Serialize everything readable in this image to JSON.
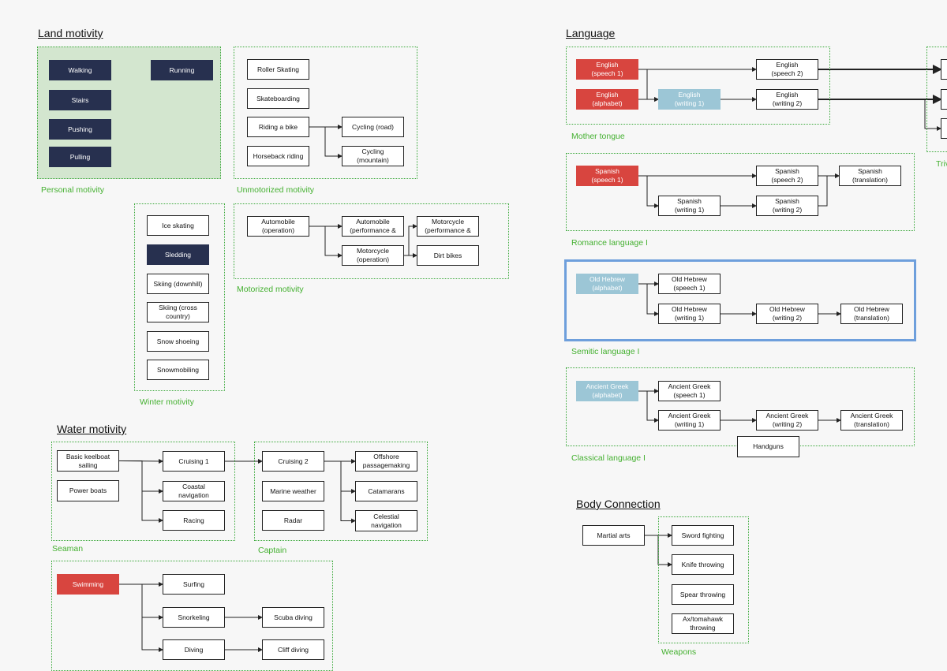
{
  "sections": {
    "land": "Land motivity",
    "language": "Language",
    "water": "Water motivity",
    "body": "Body Connection"
  },
  "groups": {
    "personal": "Personal motivity",
    "unmotorized": "Unmotorized motivity",
    "motorized": "Motorized motivity",
    "winter": "Winter motivity",
    "mother": "Mother tongue",
    "romance": "Romance language I",
    "semitic": "Semitic language I",
    "classical": "Classical language I",
    "trivium_partial": "Triv",
    "seaman": "Seaman",
    "captain": "Captain",
    "weapons": "Weapons"
  },
  "nodes": {
    "walking": "Walking",
    "running": "Running",
    "stairs": "Stairs",
    "pushing": "Pushing",
    "pulling": "Pulling",
    "roller": "Roller Skating",
    "skateboarding": "Skateboarding",
    "bike": "Riding a bike",
    "cycling_road": "Cycling (road)",
    "cycling_mtn": "Cycling\n(mountain)",
    "horseback": "Horseback riding",
    "auto_op": "Automobile\n(operation)",
    "auto_perf": "Automobile\n(performance &",
    "moto_perf": "Motorcycle\n(performance &",
    "moto_op": "Motorcycle\n(operation)",
    "dirt": "Dirt bikes",
    "ice": "Ice skating",
    "sledding": "Sledding",
    "ski_down": "Skiing (downhill)",
    "ski_cross": "Skiing (cross\ncountry)",
    "snowshoe": "Snow shoeing",
    "snowmobile": "Snowmobiling",
    "en_speech1": "English\n(speech 1)",
    "en_alpha": "English\n(alphabet)",
    "en_writing1": "English\n(writing 1)",
    "en_speech2": "English\n(speech 2)",
    "en_writing2": "English\n(writing 2)",
    "es_speech1": "Spanish\n(speech 1)",
    "es_speech2": "Spanish\n(speech 2)",
    "es_trans": "Spanish\n(translation)",
    "es_writing1": "Spanish\n(writing 1)",
    "es_writing2": "Spanish\n(writing 2)",
    "he_alpha": "Old Hebrew\n(alphabet)",
    "he_speech1": "Old Hebrew\n(speech 1)",
    "he_writing1": "Old Hebrew\n(writing 1)",
    "he_writing2": "Old Hebrew\n(writing 2)",
    "he_trans": "Old Hebrew\n(translation)",
    "gr_alpha": "Ancient Greek\n(alphabet)",
    "gr_speech1": "Ancient Greek\n(speech 1)",
    "gr_writing1": "Ancient Greek\n(writing 1)",
    "gr_writing2": "Ancient Greek\n(writing 2)",
    "gr_trans": "Ancient Greek\n(translation)",
    "handguns": "Handguns",
    "keelboat": "Basic keelboat\nsailing",
    "powerboats": "Power boats",
    "cruising1": "Cruising 1",
    "coastal": "Coastal\nnavigation",
    "racing": "Racing",
    "cruising2": "Cruising 2",
    "offshore": "Offshore\npassagemaking",
    "marine": "Marine weather",
    "catamarans": "Catamarans",
    "radar": "Radar",
    "celestial": "Celestial\nnavigation",
    "swimming": "Swimming",
    "surfing": "Surfing",
    "snorkeling": "Snorkeling",
    "scuba": "Scuba diving",
    "diving": "Diving",
    "cliff": "Cliff diving",
    "martial": "Martial arts",
    "sword": "Sword fighting",
    "knife": "Knife throwing",
    "spear": "Spear throwing",
    "axe": "Ax/tomahawk\nthrowing"
  },
  "colors": {
    "dark_node": "#27304f",
    "red_node": "#d8453f",
    "blue_node": "#9cc6d6",
    "group_border": "#3aa83a",
    "group_label": "#44b030",
    "personal_fill": "#d3e6cf",
    "selection": "#6e9fdc"
  }
}
